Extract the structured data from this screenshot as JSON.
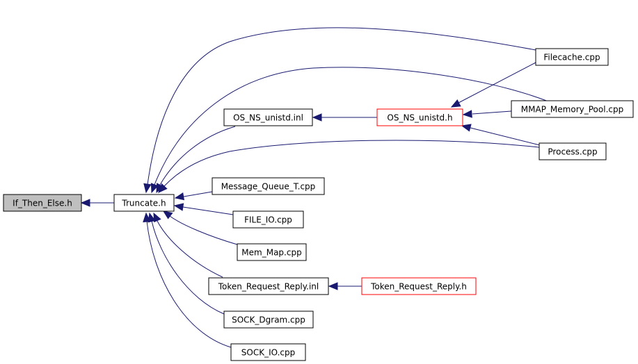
{
  "colors": {
    "edge": "#191970",
    "current_fill": "#bfbfbf",
    "node_fill": "#ffffff",
    "node_border": "#000000",
    "truncated_border": "#ff0000"
  },
  "nodes": {
    "if_then_else": {
      "label": "If_Then_Else.h",
      "current": true
    },
    "truncate": {
      "label": "Truncate.h"
    },
    "os_ns_unistd_inl": {
      "label": "OS_NS_unistd.inl"
    },
    "os_ns_unistd_h": {
      "label": "OS_NS_unistd.h",
      "truncated": true
    },
    "filecache": {
      "label": "Filecache.cpp"
    },
    "mmap_memory_pool": {
      "label": "MMAP_Memory_Pool.cpp"
    },
    "process": {
      "label": "Process.cpp"
    },
    "message_queue_t": {
      "label": "Message_Queue_T.cpp"
    },
    "file_io": {
      "label": "FILE_IO.cpp"
    },
    "mem_map": {
      "label": "Mem_Map.cpp"
    },
    "token_request_reply_inl": {
      "label": "Token_Request_Reply.inl"
    },
    "token_request_reply_h": {
      "label": "Token_Request_Reply.h",
      "truncated": true
    },
    "sock_dgram": {
      "label": "SOCK_Dgram.cpp"
    },
    "sock_io": {
      "label": "SOCK_IO.cpp"
    }
  },
  "edges": [
    {
      "from": "truncate",
      "to": "if_then_else"
    },
    {
      "from": "os_ns_unistd_inl",
      "to": "truncate"
    },
    {
      "from": "os_ns_unistd_h",
      "to": "os_ns_unistd_inl"
    },
    {
      "from": "filecache",
      "to": "os_ns_unistd_h"
    },
    {
      "from": "mmap_memory_pool",
      "to": "os_ns_unistd_h"
    },
    {
      "from": "process",
      "to": "os_ns_unistd_h"
    },
    {
      "from": "filecache",
      "to": "truncate"
    },
    {
      "from": "mmap_memory_pool",
      "to": "truncate"
    },
    {
      "from": "process",
      "to": "truncate"
    },
    {
      "from": "message_queue_t",
      "to": "truncate"
    },
    {
      "from": "file_io",
      "to": "truncate"
    },
    {
      "from": "mem_map",
      "to": "truncate"
    },
    {
      "from": "token_request_reply_inl",
      "to": "truncate"
    },
    {
      "from": "token_request_reply_h",
      "to": "token_request_reply_inl"
    },
    {
      "from": "sock_dgram",
      "to": "truncate"
    },
    {
      "from": "sock_io",
      "to": "truncate"
    }
  ]
}
